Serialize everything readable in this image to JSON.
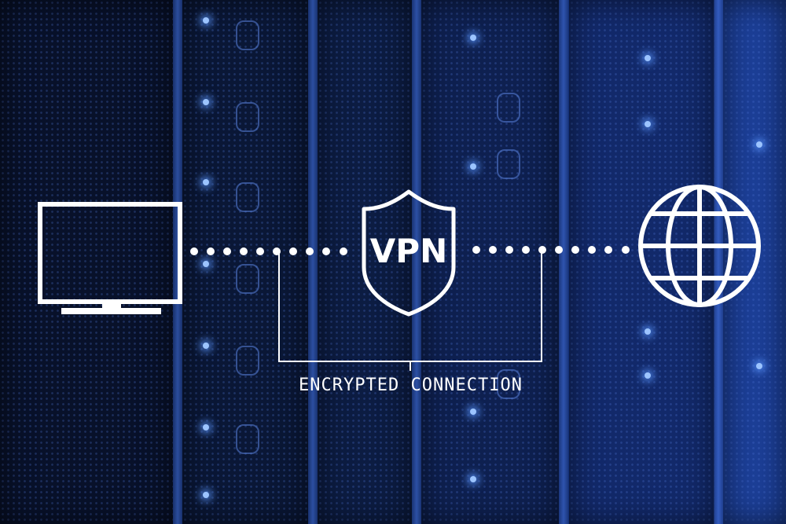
{
  "scene": {
    "background": "server-room",
    "accent_color": "#2a55c2"
  },
  "diagram": {
    "client_icon": "laptop-icon",
    "shield_icon": "shield-icon",
    "shield_label": "VPN",
    "server_icon": "globe-icon",
    "caption": "ENCRYPTED CONNECTION",
    "line_color": "#ffffff"
  }
}
